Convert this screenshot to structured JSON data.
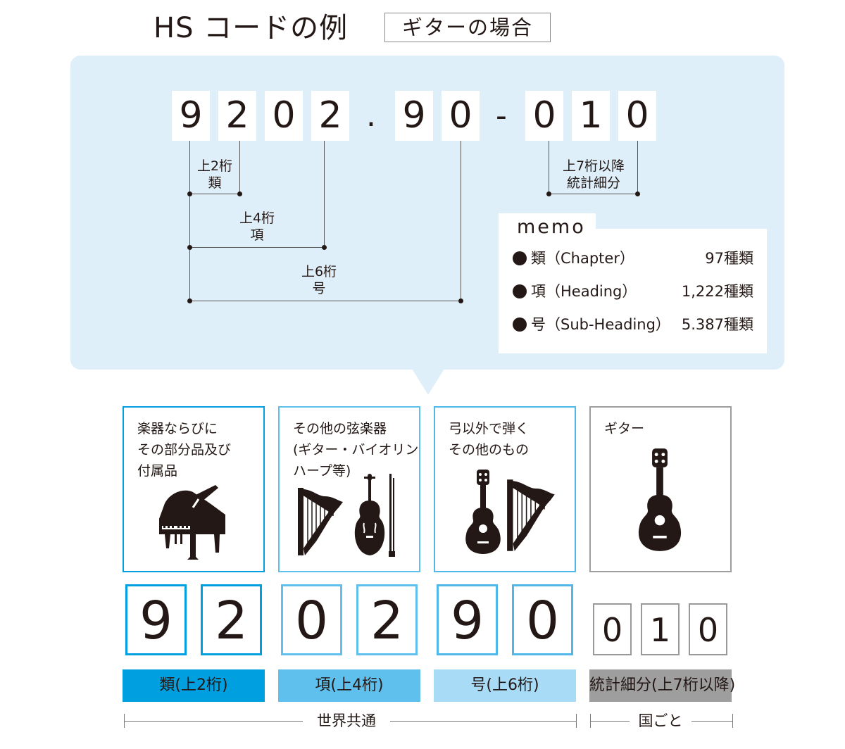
{
  "header": {
    "title": "HS コードの例",
    "subtitle": "ギターの場合"
  },
  "code": {
    "digits": [
      "9",
      "2",
      "0",
      "2",
      "9",
      "0",
      "0",
      "1",
      "0"
    ],
    "separators": {
      "dot": ".",
      "dash": "-"
    }
  },
  "annotations": {
    "chapter": {
      "line1": "上2桁",
      "line2": "類"
    },
    "heading": {
      "line1": "上4桁",
      "line2": "項"
    },
    "subheading": {
      "line1": "上6桁",
      "line2": "号"
    },
    "stat": {
      "line1": "上7桁以降",
      "line2": "統計細分"
    }
  },
  "memo": {
    "title": "memo",
    "rows": [
      {
        "label": "類（Chapter）",
        "value": "97種類"
      },
      {
        "label": "項（Heading）",
        "value": "1,222種類"
      },
      {
        "label": "号（Sub-Heading）",
        "value": "5.387種類"
      }
    ]
  },
  "cards": [
    {
      "text": "楽器ならびに\nその部分品及び\n付属品",
      "icons": [
        "grand-piano-icon"
      ]
    },
    {
      "text": "その他の弦楽器\n(ギター・バイオリン\nハープ等)",
      "icons": [
        "harp-icon",
        "violin-icon"
      ]
    },
    {
      "text": "弓以外で弾く\nその他のもの",
      "icons": [
        "guitar-icon",
        "harp-icon"
      ]
    },
    {
      "text": "ギター",
      "icons": [
        "guitar-icon"
      ]
    }
  ],
  "labels": [
    "類(上2桁)",
    "項(上4桁)",
    "号(上6桁)",
    "統計細分(上7桁以降)"
  ],
  "brackets": {
    "world": "世界共通",
    "country": "国ごと"
  },
  "colors": {
    "chapter": "#00a0e0",
    "heading": "#60c0ed",
    "subheading": "#a8dbf6",
    "stat": "#9e9e9e",
    "panel": "#dfeff9"
  }
}
